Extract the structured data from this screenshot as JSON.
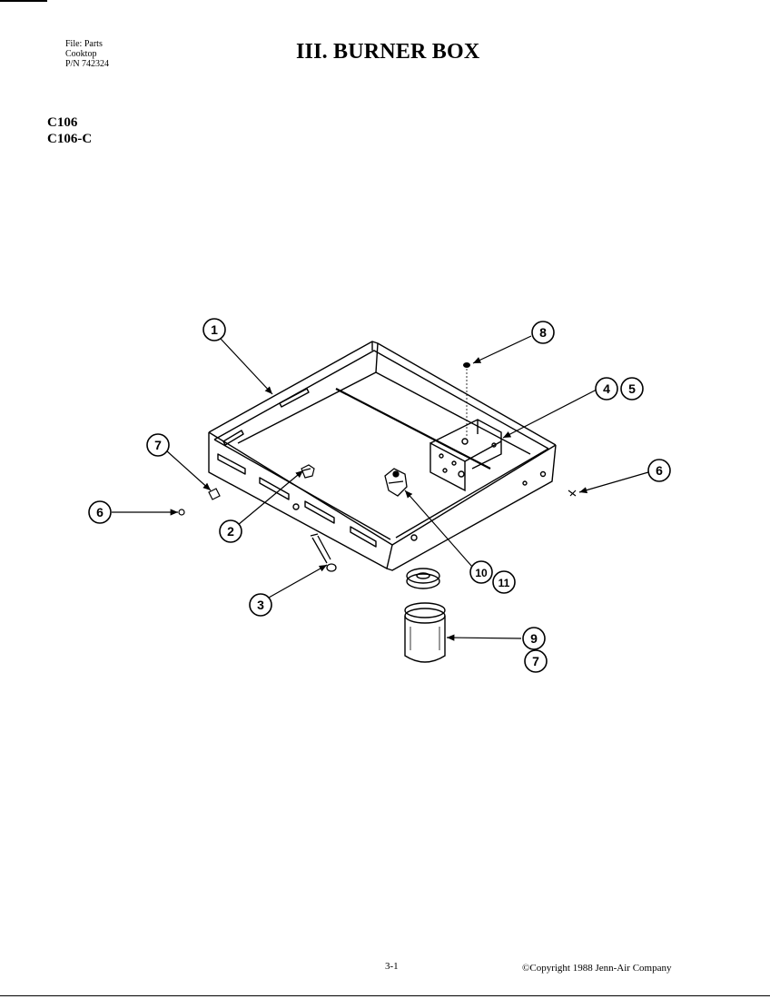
{
  "header": {
    "file_line1": "File: Parts",
    "file_line2": "Cooktop",
    "file_line3": "P/N 742324",
    "title": "III. BURNER BOX"
  },
  "models": [
    "C106",
    "C106-C"
  ],
  "callouts": {
    "c1": "1",
    "c2": "2",
    "c3": "3",
    "c4": "4",
    "c5": "5",
    "c6a": "6",
    "c6b": "6",
    "c7a": "7",
    "c7b": "7",
    "c8": "8",
    "c9": "9",
    "c10": "10",
    "c11": "11"
  },
  "footer": {
    "page": "3-1",
    "copyright": "©Copyright 1988 Jenn-Air Company"
  }
}
